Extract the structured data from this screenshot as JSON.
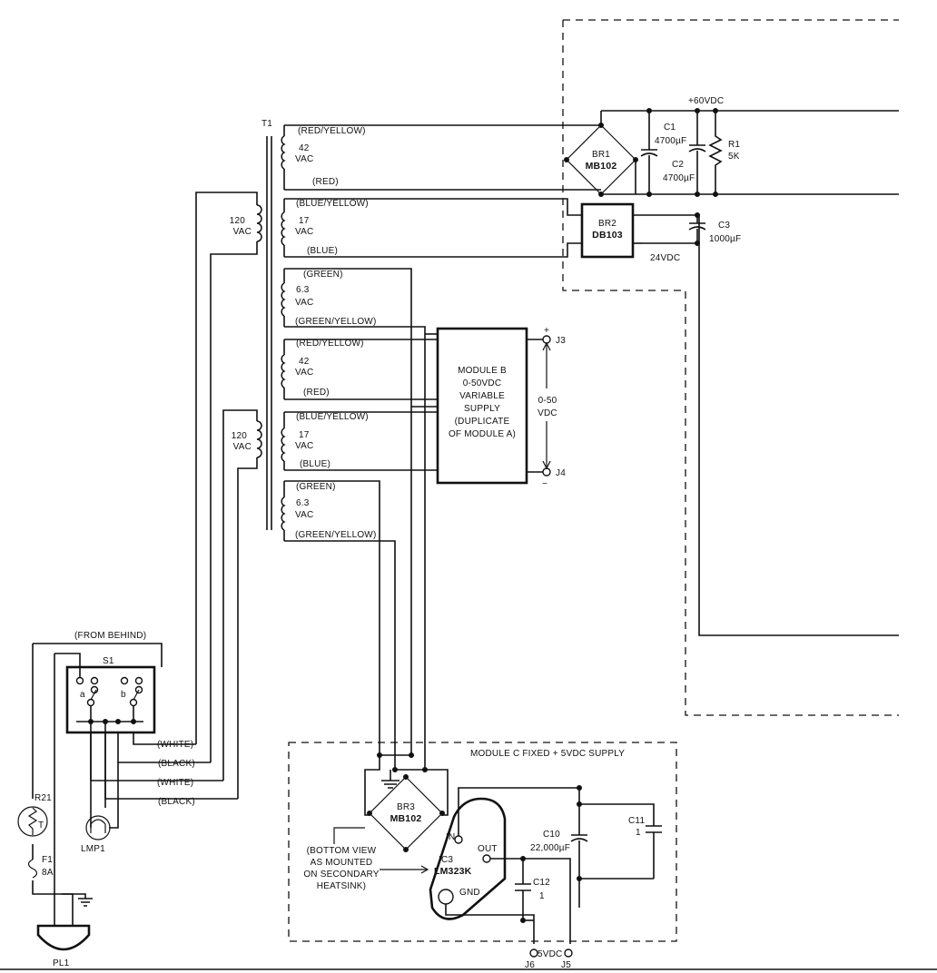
{
  "transformer": {
    "ref": "T1",
    "primary_voltage": [
      "120",
      "VAC"
    ],
    "windings": [
      {
        "top": "(RED/YELLOW)",
        "v1": "42",
        "v2": "VAC",
        "bottom": "(RED)"
      },
      {
        "top": "(BLUE/YELLOW)",
        "v1": "17",
        "v2": "VAC",
        "bottom": "(BLUE)"
      },
      {
        "top": "(GREEN)",
        "v1": "6.3",
        "v2": "VAC",
        "bottom": "(GREEN/YELLOW)"
      },
      {
        "top": "(RED/YELLOW)",
        "v1": "42",
        "v2": "VAC",
        "bottom": "(RED)"
      },
      {
        "top": "(BLUE/YELLOW)",
        "v1": "17",
        "v2": "VAC",
        "bottom": "(BLUE)"
      },
      {
        "top": "(GREEN)",
        "v1": "6.3",
        "v2": "VAC",
        "bottom": "(GREEN/YELLOW)"
      }
    ]
  },
  "module_a": {
    "rail_label": "+60VDC",
    "br1": {
      "ref": "BR1",
      "part": "MB102"
    },
    "c1": {
      "ref": "C1",
      "value": "4700µF"
    },
    "c2": {
      "ref": "C2",
      "value": "4700µF"
    },
    "r1": {
      "ref": "R1",
      "value": "5K"
    },
    "br2": {
      "ref": "BR2",
      "part": "DB103"
    },
    "c3": {
      "ref": "C3",
      "value": "1000µF"
    },
    "rail2_label": "24VDC"
  },
  "module_b": {
    "lines": [
      "MODULE B",
      "0-50VDC",
      "VARIABLE",
      "SUPPLY",
      "(DUPLICATE",
      "OF MODULE A)"
    ],
    "output_range": [
      "0-50",
      "VDC"
    ],
    "j3": "J3",
    "j4": "J4",
    "plus": "+",
    "minus": "−"
  },
  "switch": {
    "caption": "(FROM BEHIND)",
    "ref": "S1",
    "pole_a": "a",
    "pole_b": "b",
    "wire_labels": [
      "(WHITE)",
      "(BLACK)",
      "(WHITE)",
      "(BLACK)"
    ]
  },
  "input": {
    "thermistor": "R21",
    "thermistor_symbol": "T",
    "fuse_ref": "F1",
    "fuse_rating": "8A",
    "lamp": "LMP1",
    "plug": "PL1"
  },
  "module_c": {
    "title": "MODULE C FIXED + 5VDC SUPPLY",
    "br3": {
      "ref": "BR3",
      "part": "MB102"
    },
    "note": [
      "(BOTTOM VIEW",
      "AS MOUNTED",
      "ON SECONDARY",
      "HEATSINK)"
    ],
    "ic": {
      "ref": "IC3",
      "part": "LM323K",
      "in": "IN",
      "out": "OUT",
      "gnd": "GND"
    },
    "c10": {
      "ref": "C10",
      "value": "22,000µF"
    },
    "c11": {
      "ref": "C11",
      "value": "1"
    },
    "c12": {
      "ref": "C12",
      "value": "1"
    },
    "j6": "J6",
    "j5": "J5",
    "out_label": "5VDC"
  }
}
